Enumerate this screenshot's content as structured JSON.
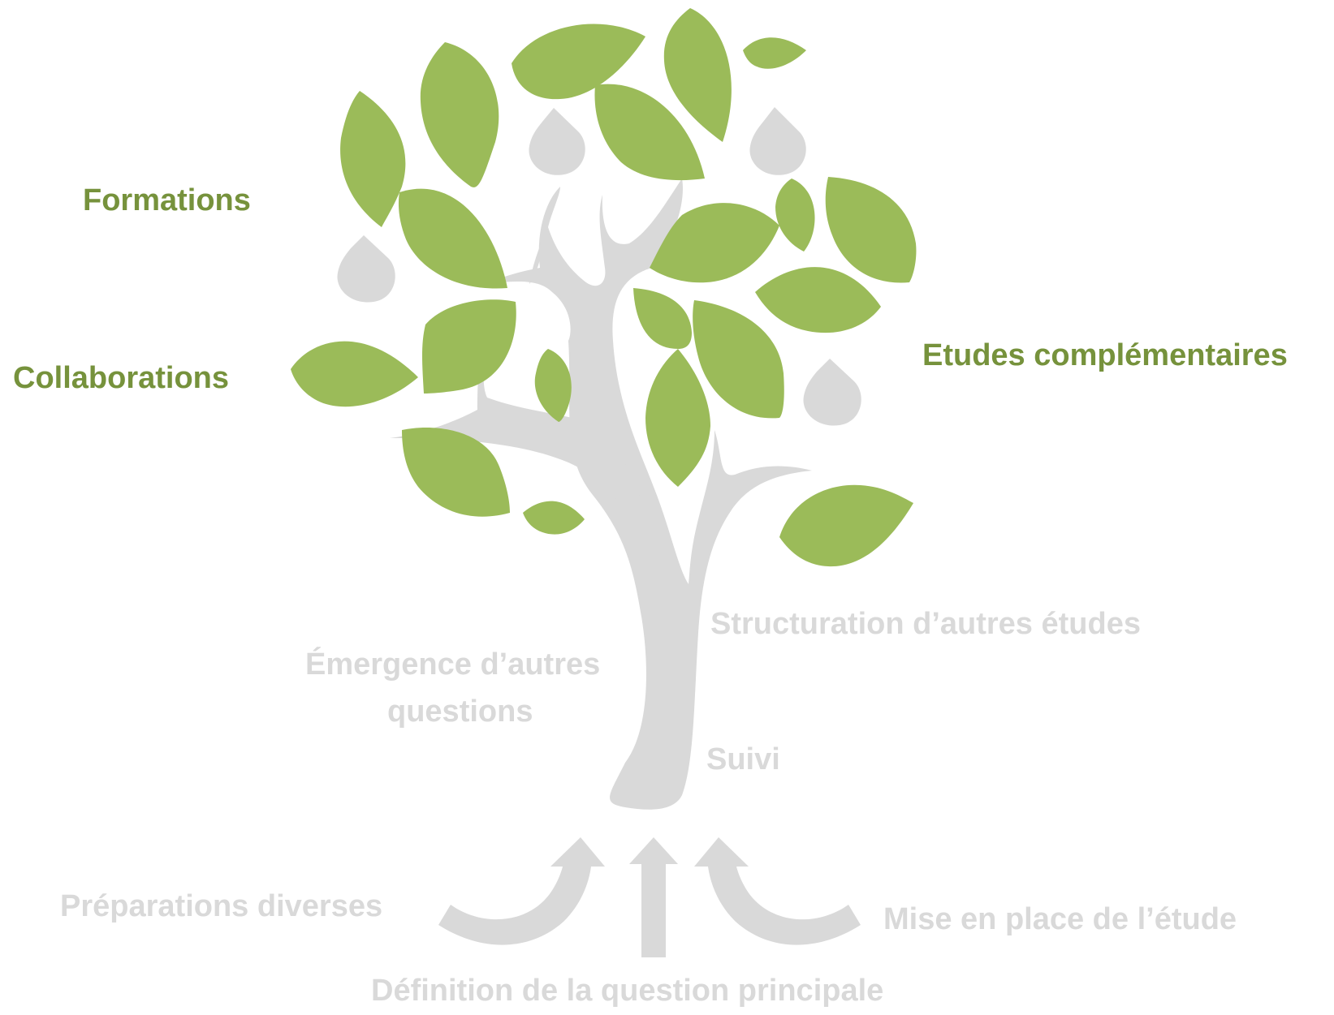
{
  "colors": {
    "leaf": "#9BBB59",
    "tree": "#D9D9D9",
    "label_green": "#76923C",
    "label_grey": "#D9D9D9"
  },
  "labels": {
    "formations": "Formations",
    "collaborations": "Collaborations",
    "etudes_complementaires": "Etudes complémentaires",
    "structuration": "Structuration d’autres études",
    "emergence_line1": "Émergence d’autres",
    "emergence_line2": "questions",
    "suivi": "Suivi",
    "preparations": "Préparations diverses",
    "mise_en_place": "Mise en place de l’étude",
    "definition": "Définition de la question principale"
  },
  "icons": {
    "leaf": "leaf-icon",
    "drop": "drop-icon",
    "trunk": "tree-trunk-icon",
    "arrow_up": "arrow-up-icon",
    "arrow_curved": "curved-arrow-icon"
  }
}
